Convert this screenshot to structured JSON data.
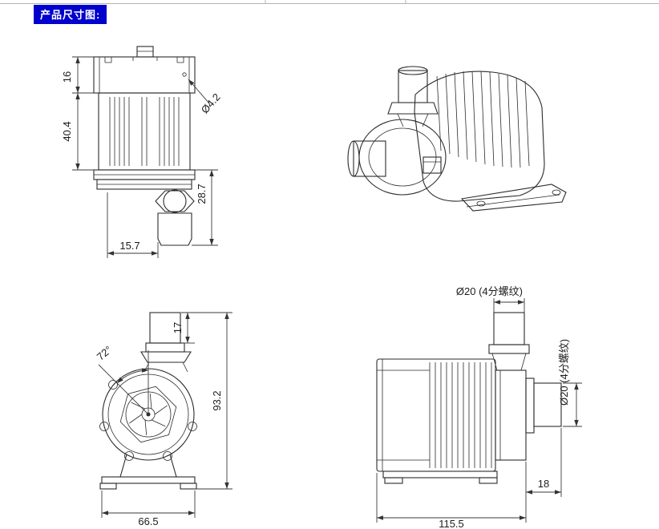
{
  "page": {
    "title_label": "产品尺寸图:"
  },
  "views": {
    "front": {
      "dims": {
        "cap_height": "16",
        "body_height": "40.4",
        "hole_diameter": "Ø4.2",
        "outlet_height": "28.7",
        "outlet_offset": "15.7"
      }
    },
    "left_side": {
      "dims": {
        "port_angle": "72°",
        "thread_length": "17",
        "total_height": "93.2",
        "base_width": "66.5"
      }
    },
    "right_side": {
      "dims": {
        "top_port_spec": "Ø20 (4分螺纹)",
        "outlet_spec": "Ø20 (4分螺纹)",
        "outlet_length": "18",
        "total_length": "115.5"
      }
    }
  }
}
